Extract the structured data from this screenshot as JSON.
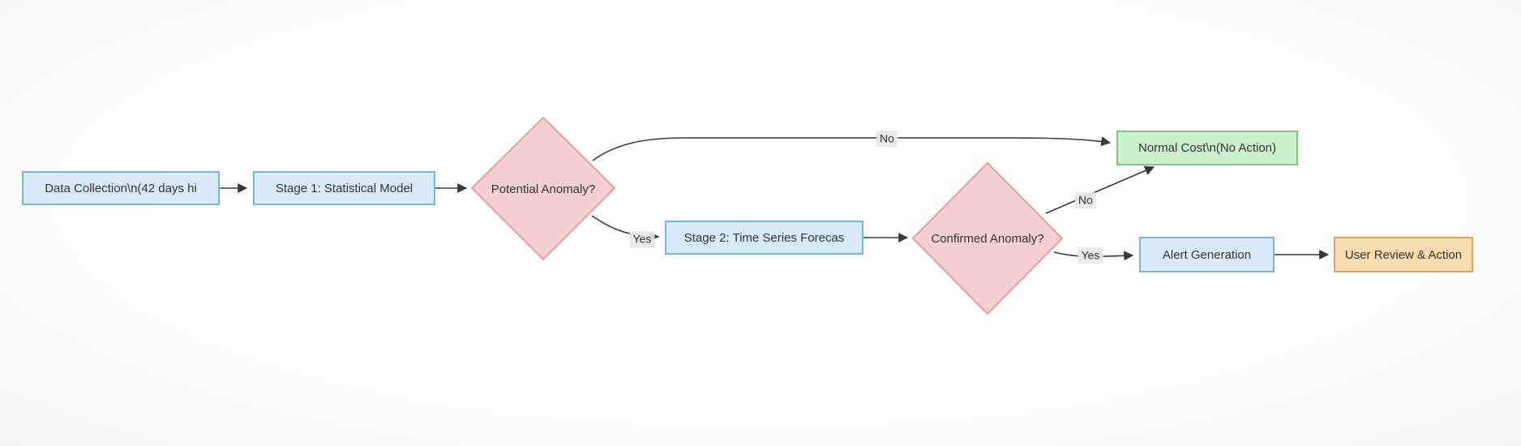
{
  "diagram": {
    "type": "flowchart",
    "direction": "left-to-right",
    "background_color": "#fcfcfc",
    "line_color": "#383838",
    "text_color": "#333333",
    "edge_label_background": "#e8e8e8",
    "nodes": {
      "data_collection": {
        "label": "Data Collection\\n(42 days hi",
        "shape": "rectangle",
        "fill": "#d7ecf8",
        "border": "#74b8d8"
      },
      "stage1": {
        "label": "Stage 1: Statistical Model",
        "shape": "rectangle",
        "fill": "#d7ecf8",
        "border": "#74b8d8"
      },
      "potential": {
        "label": "Potential Anomaly?",
        "shape": "diamond",
        "fill": "#f5d0d0",
        "border": "#e89b9b"
      },
      "stage2": {
        "label": "Stage 2: Time Series Forecas",
        "shape": "rectangle",
        "fill": "#d7ecf8",
        "border": "#74b8d8"
      },
      "confirmed": {
        "label": "Confirmed Anomaly?",
        "shape": "diamond",
        "fill": "#f5d0d0",
        "border": "#e89b9b"
      },
      "normal_cost": {
        "label": "Normal Cost\\n(No Action)",
        "shape": "rectangle",
        "fill": "#ccf2cc",
        "border": "#7ec87e"
      },
      "alert": {
        "label": "Alert Generation",
        "shape": "rectangle",
        "fill": "#d7ecf8",
        "border": "#74b8d8"
      },
      "user_review": {
        "label": "User Review & Action",
        "shape": "rectangle",
        "fill": "#f9dcb0",
        "border": "#e0a458"
      }
    },
    "edges": [
      {
        "from": "data_collection",
        "to": "stage1",
        "label": ""
      },
      {
        "from": "stage1",
        "to": "potential",
        "label": ""
      },
      {
        "from": "potential",
        "to": "normal_cost",
        "label": "No"
      },
      {
        "from": "potential",
        "to": "stage2",
        "label": "Yes"
      },
      {
        "from": "stage2",
        "to": "confirmed",
        "label": ""
      },
      {
        "from": "confirmed",
        "to": "normal_cost",
        "label": "No"
      },
      {
        "from": "confirmed",
        "to": "alert",
        "label": "Yes"
      },
      {
        "from": "alert",
        "to": "user_review",
        "label": ""
      }
    ],
    "edge_labels": {
      "no1": "No",
      "yes1": "Yes",
      "no2": "No",
      "yes2": "Yes"
    }
  }
}
